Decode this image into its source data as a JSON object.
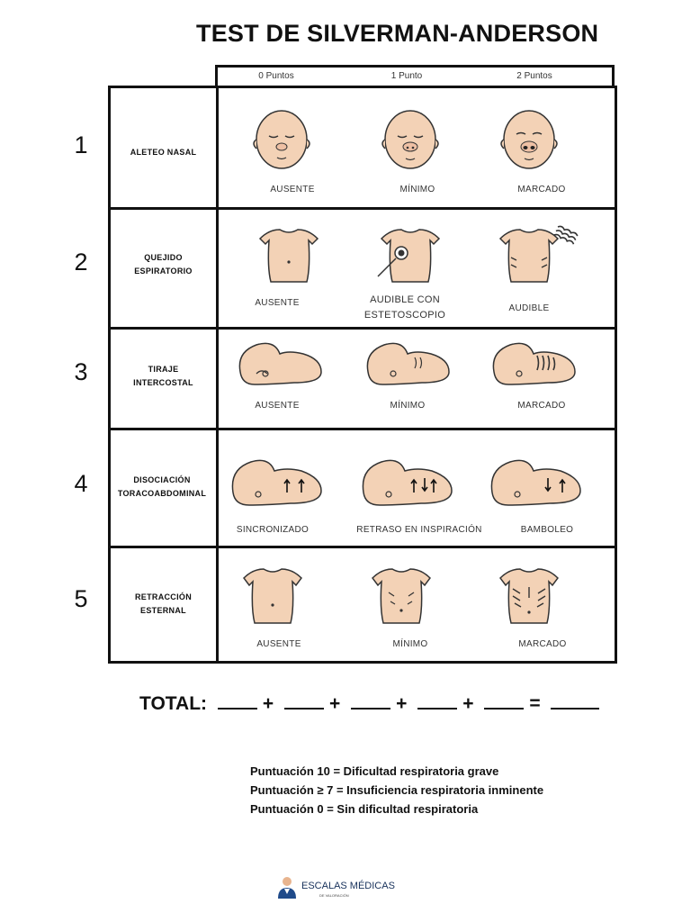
{
  "title": "TEST DE SILVERMAN-ANDERSON",
  "columns": [
    "0 Puntos",
    "1 Punto",
    "2 Puntos"
  ],
  "rows": [
    {
      "number": "1",
      "label": [
        "ALETEO NASAL"
      ],
      "captions": [
        "AUSENTE",
        "MÍNIMO",
        "MARCADO"
      ],
      "icons": [
        "face-no-flaring-icon",
        "face-minimal-flaring-icon",
        "face-marked-flaring-icon"
      ]
    },
    {
      "number": "2",
      "label": [
        "QUEJIDO",
        "ESPIRATORIO"
      ],
      "captions": [
        "AUSENTE",
        "AUDIBLE CON ESTETOSCOPIO",
        "AUDIBLE"
      ],
      "icons": [
        "torso-icon",
        "torso-stethoscope-icon",
        "torso-audible-icon"
      ]
    },
    {
      "number": "3",
      "label": [
        "TIRAJE",
        "INTERCOSTAL"
      ],
      "captions": [
        "AUSENTE",
        "MÍNIMO",
        "MARCADO"
      ],
      "icons": [
        "prone-baby-icon",
        "prone-baby-minimal-icon",
        "prone-baby-marked-icon"
      ]
    },
    {
      "number": "4",
      "label": [
        "DISOCIACIÓN",
        "TORACOABDOMINAL"
      ],
      "captions": [
        "SINCRONIZADO",
        "RETRASO EN INSPIRACIÓN",
        "BAMBOLEO"
      ],
      "icons": [
        "baby-arrows-synced-icon",
        "baby-arrows-delayed-icon",
        "baby-arrows-seesaw-icon"
      ]
    },
    {
      "number": "5",
      "label": [
        "RETRACCIÓN",
        "ESTERNAL"
      ],
      "captions": [
        "AUSENTE",
        "MÍNIMO",
        "MARCADO"
      ],
      "icons": [
        "chest-icon",
        "chest-minimal-retraction-icon",
        "chest-marked-retraction-icon"
      ]
    }
  ],
  "total": {
    "label": "TOTAL:",
    "plus": "+",
    "equals": "="
  },
  "legend": [
    "Puntuación 10 = Dificultad respiratoria grave",
    "Puntuación ≥ 7 = Insuficiencia respiratoria inminente",
    "Puntuación 0 = Sin dificultad respiratoria"
  ],
  "brand": {
    "name": "ESCALAS MÉDICAS",
    "sub": "DE VALORACIÓN",
    "icon": "doctor-logo-icon"
  }
}
